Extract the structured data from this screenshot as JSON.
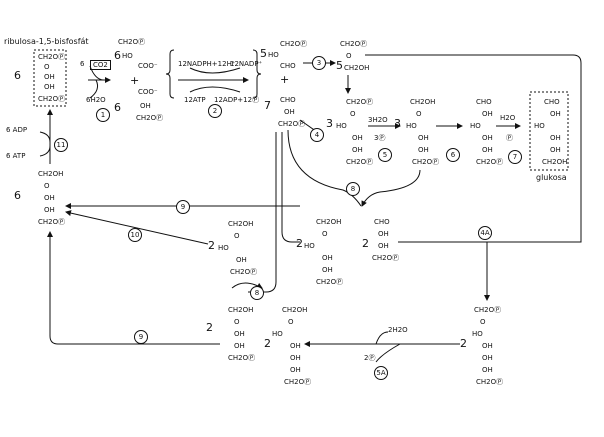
{
  "title": "ribulosa-1,5-bisfosfát",
  "product_label": "glukosa",
  "coef": {
    "rubp": "6",
    "co2": "6",
    "pga_top": "6",
    "pga_bot": "6",
    "gap5": "5",
    "ald5": "5",
    "gap7": "7",
    "k3": "3",
    "k3b": "3",
    "ru6": "6",
    "x2a": "2",
    "x2b": "2",
    "x2c": "2",
    "x2d": "2",
    "x2e": "2"
  },
  "reagents": {
    "co2": "CO2",
    "h2o_1": "6H2O",
    "nadph": "12NADPH+12H⁺",
    "nadp": "12NADP⁺",
    "atp12": "12ATP",
    "adp12": "12ADP+12Ⓟ",
    "h2o_5": "3H2O",
    "p_5": "3Ⓟ",
    "h2o_7": "H2O",
    "p_7": "Ⓟ",
    "adp6": "6 ADP",
    "atp6": "6 ATP",
    "h2o_5a": "2H2O",
    "p_5a": "2Ⓟ"
  },
  "steps": [
    "1",
    "2",
    "3",
    "4",
    "5",
    "6",
    "7",
    "8",
    "9",
    "9",
    "10",
    "11",
    "4A",
    "5A",
    "8"
  ],
  "mol": {
    "ch2op": "CH2OⓅ",
    "ch2oh": "CH2OH",
    "cho": "CHO",
    "coo": "COO⁻",
    "oh": "OH",
    "o": "O",
    "ho": "HO",
    "h2oh": "H2OH"
  },
  "plus": "+"
}
